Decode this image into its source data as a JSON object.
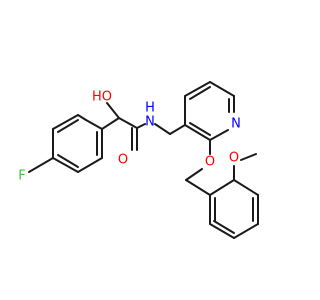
{
  "atom_labels": {
    "fluorine": "F",
    "hydroxyl": "HO",
    "carbonyl_oxygen": "O",
    "amide_nitrogen": "N",
    "amide_hydrogen": "H",
    "pyridine_nitrogen": "N",
    "ether_oxygen": "O",
    "methoxy_oxygen": "O"
  },
  "colors": {
    "bond": "#1a1a1a",
    "fluorine": "#33cc33",
    "oxygen": "#ff0000",
    "nitrogen": "#0000ff"
  }
}
